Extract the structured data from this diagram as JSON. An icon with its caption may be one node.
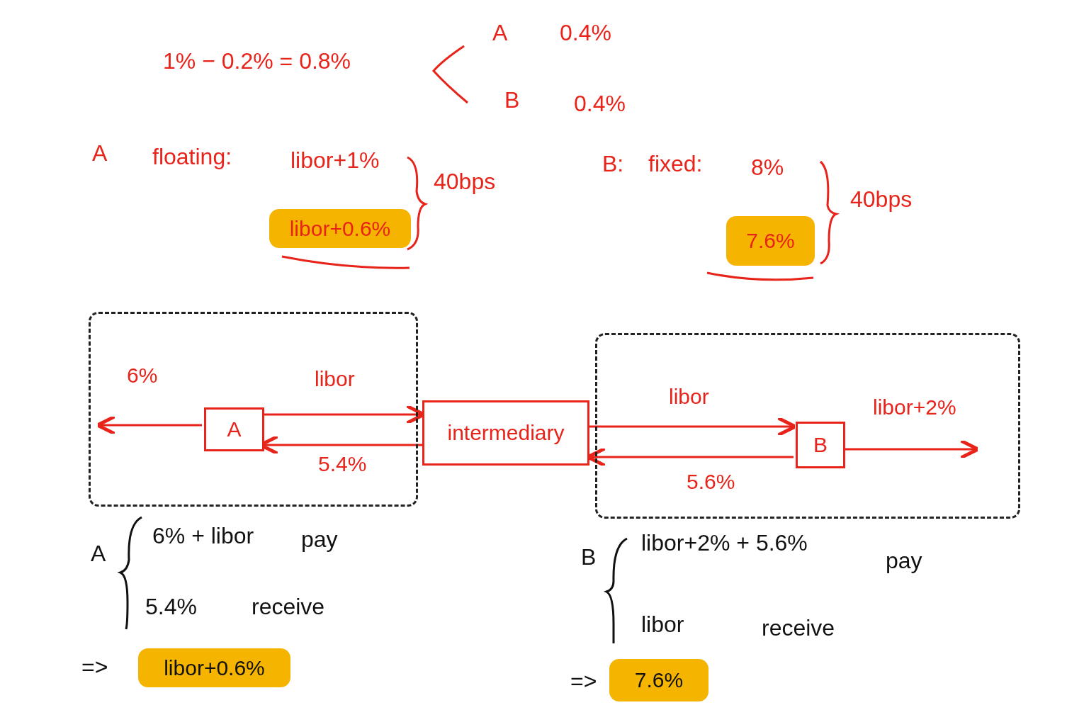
{
  "diagram": {
    "nodes": [
      {
        "text": [],
        "shape": "box"
      },
      {
        "text": [
          "A"
        ],
        "in": 0
      },
      {
        "text": [
          "intermediary"
        ]
      },
      {
        "text": [],
        "shape": "box"
      },
      {
        "text": [
          "B"
        ],
        "in": 3
      },
      {
        "text": [
          "libor+0.6%"
        ]
      },
      {
        "text": [
          "7.6%"
        ]
      },
      {
        "text": [
          "libor+0.6%"
        ]
      },
      {
        "text": [
          "7.6%"
        ]
      }
    ],
    "edges": [
      {
        "from": 1,
        "to": null,
        "arrow": "to",
        "label": "6%"
      },
      {
        "from": 1,
        "to": 2,
        "arrow": "to",
        "label": "libor"
      },
      {
        "from": 2,
        "to": 1,
        "arrow": "to",
        "label": "5.4%"
      },
      {
        "from": 2,
        "to": 4,
        "arrow": "to",
        "label": "libor"
      },
      {
        "from": 4,
        "to": 2,
        "arrow": "to",
        "label": "5.6%"
      },
      {
        "from": 4,
        "to": null,
        "arrow": "to",
        "label": "libor+2%"
      }
    ],
    "labels": [
      "1% − 0.2% = 0.8%",
      "A",
      "0.4%",
      "B",
      "0.4%",
      "A",
      "floating:",
      "libor+1%",
      "40bps",
      "B:",
      "fixed:",
      "8%",
      "40bps",
      "A",
      "6% + libor",
      "pay",
      "B",
      "libor+2% + 5.6%",
      "pay",
      "5.4%",
      "receive",
      "libor",
      "receive",
      "=>",
      "=>"
    ]
  }
}
